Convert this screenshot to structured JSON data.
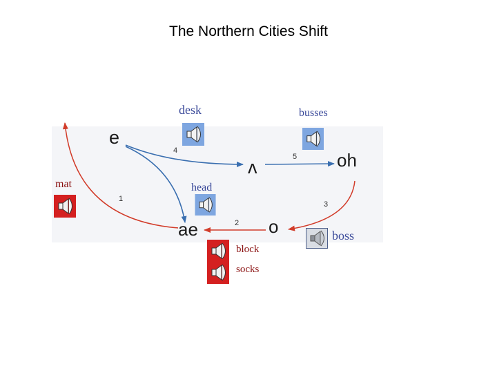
{
  "title": "The Northern Cities Shift",
  "vowels": {
    "e": "e",
    "wedge": "ʌ",
    "oh": "oh",
    "ae": "ae",
    "o": "o"
  },
  "steps": {
    "s1": "1",
    "s2": "2",
    "s3": "3",
    "s4": "4",
    "s5": "5"
  },
  "words": {
    "desk": "desk",
    "busses": "busses",
    "mat": "mat",
    "head": "head",
    "boss": "boss",
    "block": "block",
    "socks": "socks"
  },
  "colors": {
    "blue_arrow": "#3a6fb0",
    "red_arrow": "#d23c2a",
    "blue_text": "#3b4a9a",
    "red_text": "#8a1010",
    "blue_speaker_bg": "#7ea6e0",
    "red_speaker_bg": "#d42020"
  },
  "icons": [
    "speaker-icon"
  ]
}
